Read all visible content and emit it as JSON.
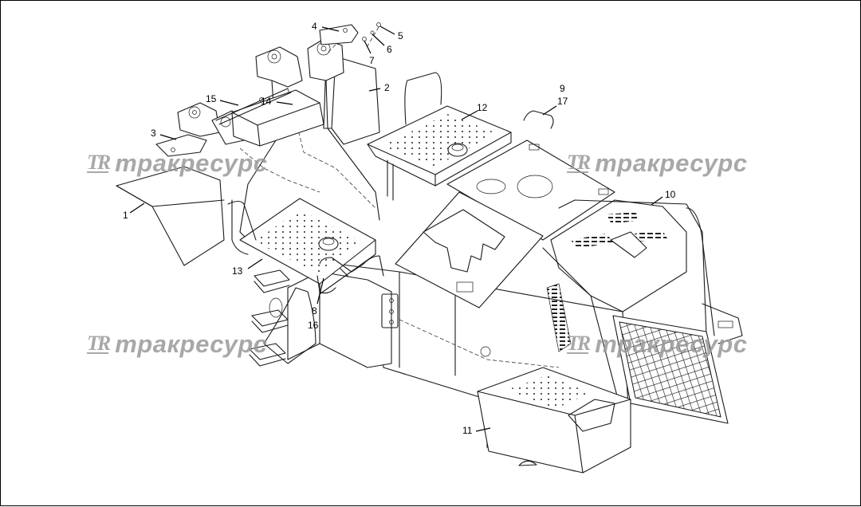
{
  "diagram": {
    "callouts": [
      {
        "id": "1",
        "label": "1"
      },
      {
        "id": "2",
        "label": "2"
      },
      {
        "id": "3",
        "label": "3"
      },
      {
        "id": "4",
        "label": "4"
      },
      {
        "id": "5",
        "label": "5"
      },
      {
        "id": "6",
        "label": "6"
      },
      {
        "id": "7",
        "label": "7"
      },
      {
        "id": "8",
        "label": "8"
      },
      {
        "id": "9",
        "label": "9"
      },
      {
        "id": "10",
        "label": "10"
      },
      {
        "id": "11",
        "label": "11"
      },
      {
        "id": "12",
        "label": "12"
      },
      {
        "id": "13",
        "label": "13"
      },
      {
        "id": "14",
        "label": "14"
      },
      {
        "id": "15",
        "label": "15"
      },
      {
        "id": "16",
        "label": "16"
      },
      {
        "id": "17",
        "label": "17"
      }
    ]
  },
  "watermark": {
    "logo_text": "TR",
    "brand_text": "тракресурс",
    "color": "#9a9a9a"
  }
}
